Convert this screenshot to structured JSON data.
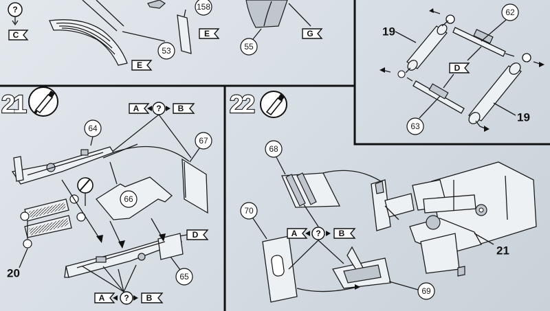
{
  "steps": {
    "s21": {
      "number": "21"
    },
    "s22": {
      "number": "22"
    }
  },
  "callouts": {
    "c53": "53",
    "c55": "55",
    "c158": "158",
    "c62": "62",
    "c63": "63",
    "c64": "64",
    "c65": "65",
    "c66": "66",
    "c67": "67",
    "c68": "68",
    "c69": "69",
    "c70": "70"
  },
  "bold_labels": {
    "p19_top": "19",
    "p19_bottom": "19",
    "p20": "20",
    "p21": "21"
  },
  "flags": {
    "C": "C",
    "E": "E",
    "G": "G",
    "D": "D",
    "A": "A",
    "B": "B"
  },
  "symbols": {
    "question": "?",
    "icons": [
      "glue-tube-icon",
      "question-circle-icon",
      "arrow-left-icon",
      "arrow-right-icon"
    ]
  },
  "colors": {
    "paper": "#dde3e9",
    "ink": "#1b1b1b"
  }
}
